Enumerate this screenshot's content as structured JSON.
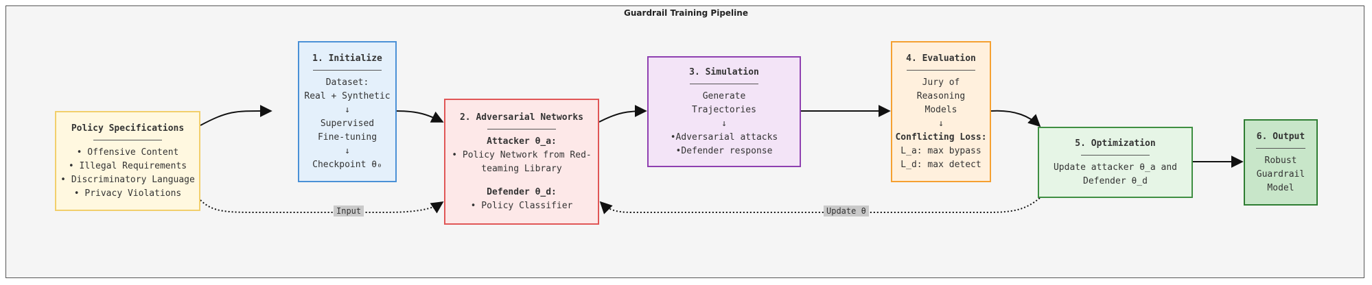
{
  "title": "Guardrail Training Pipeline",
  "nodes": {
    "policy": {
      "title": "Policy Specifications",
      "items": [
        "• Offensive Content",
        "• Illegal Requirements",
        "• Discriminatory Language",
        "• Privacy Violations"
      ]
    },
    "init": {
      "title": "1. Initialize",
      "lines": [
        "Dataset:",
        "Real + Synthetic",
        "↓",
        "Supervised",
        "Fine-tuning",
        "↓",
        "Checkpoint θ₀"
      ]
    },
    "adv": {
      "title": "2. Adversarial Networks",
      "attacker_label": "Attacker θ_a:",
      "attacker_lines": [
        "• Policy Network from Red-",
        "teaming Library"
      ],
      "defender_label": "Defender θ_d:",
      "defender_lines": [
        "• Policy Classifier"
      ]
    },
    "sim": {
      "title": "3. Simulation",
      "lines": [
        "Generate",
        "Trajectories",
        "↓",
        "•Adversarial attacks",
        "•Defender response"
      ]
    },
    "eval": {
      "title": "4. Evaluation",
      "lines": [
        "Jury of",
        "Reasoning",
        "Models",
        "↓"
      ],
      "loss_label": "Conflicting Loss:",
      "loss_lines": [
        "L_a: max bypass",
        "L_d: max detect"
      ]
    },
    "opt": {
      "title": "5. Optimization",
      "lines": [
        "Update attacker θ_a and",
        "Defender θ_d"
      ]
    },
    "out": {
      "title": "6. Output",
      "lines": [
        "Robust",
        "Guardrail",
        "Model"
      ]
    }
  },
  "edges": {
    "input_label": "Input",
    "update_label": "Update θ"
  }
}
